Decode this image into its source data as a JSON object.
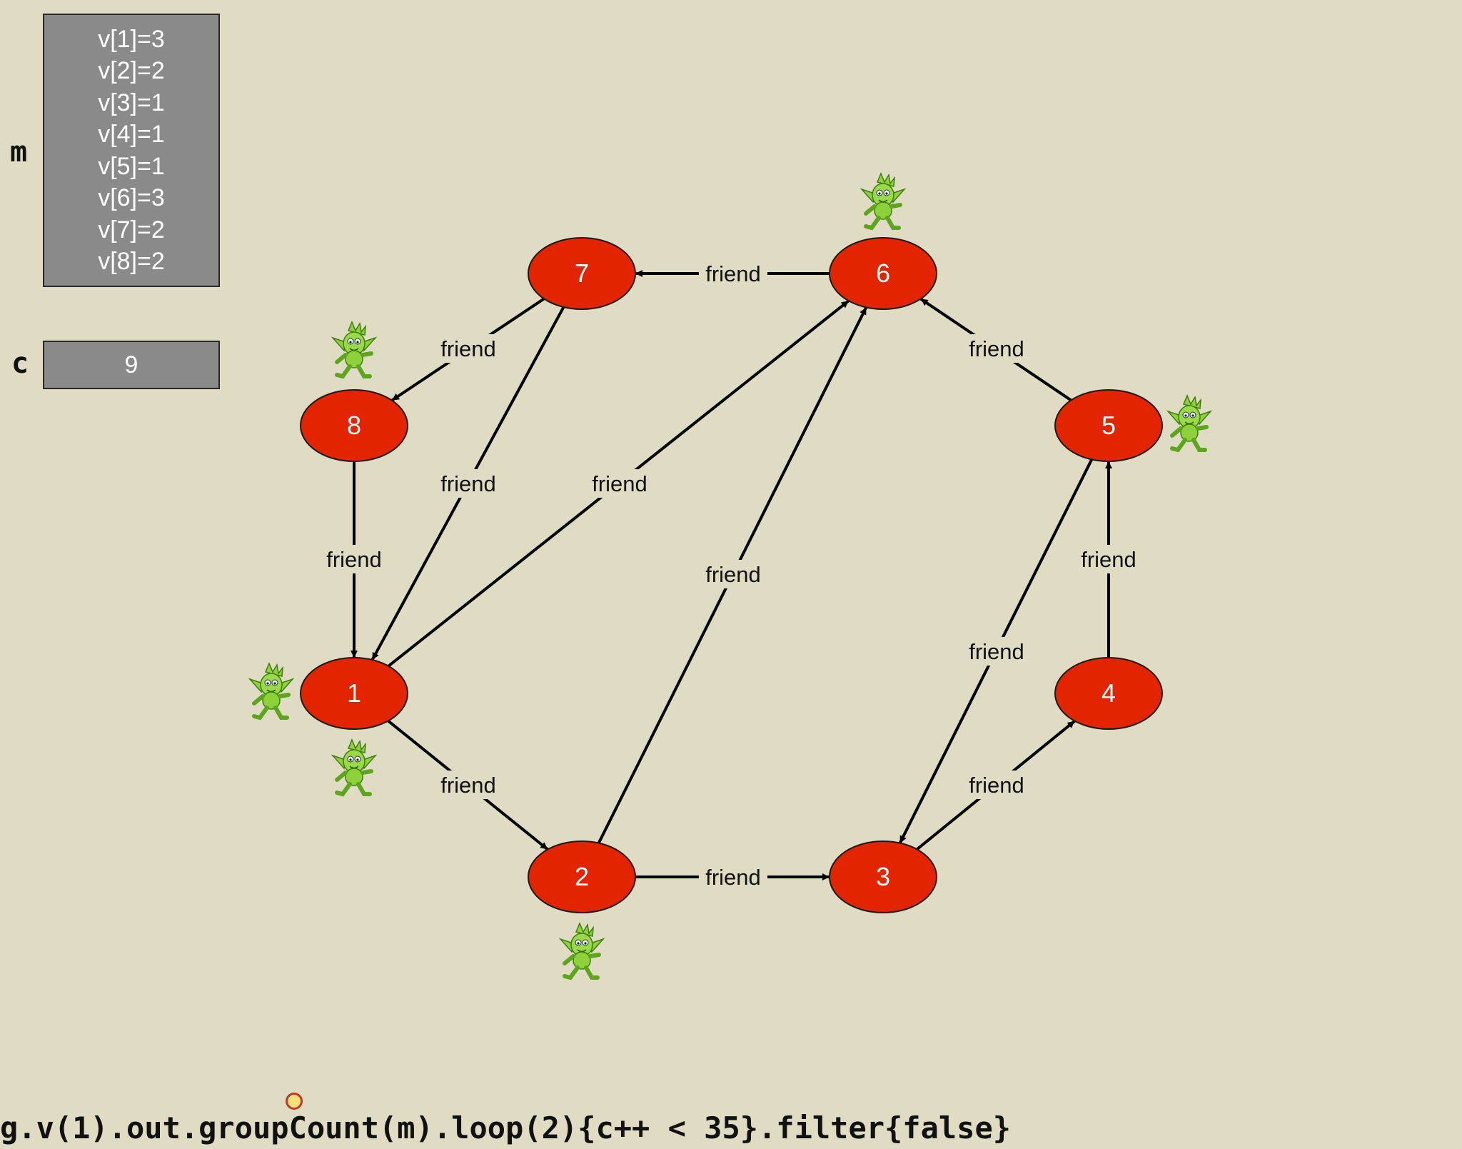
{
  "map_panel": {
    "label": "m",
    "rows": [
      "v[1]=3",
      "v[2]=2",
      "v[3]=1",
      "v[4]=1",
      "v[5]=1",
      "v[6]=3",
      "v[7]=2",
      "v[8]=2"
    ]
  },
  "counter_panel": {
    "label": "c",
    "value": "9"
  },
  "graph": {
    "node_color": "#e32400",
    "edge_color": "#000000",
    "edge_label": "friend",
    "nodes": [
      "1",
      "2",
      "3",
      "4",
      "5",
      "6",
      "7",
      "8"
    ],
    "edges": [
      {
        "from": "6",
        "to": "7",
        "label": "friend"
      },
      {
        "from": "7",
        "to": "8",
        "label": "friend"
      },
      {
        "from": "7",
        "to": "1",
        "label": "friend"
      },
      {
        "from": "1",
        "to": "6",
        "label": "friend"
      },
      {
        "from": "8",
        "to": "1",
        "label": "friend"
      },
      {
        "from": "5",
        "to": "6",
        "label": "friend"
      },
      {
        "from": "2",
        "to": "6",
        "label": "friend"
      },
      {
        "from": "1",
        "to": "2",
        "label": "friend"
      },
      {
        "from": "2",
        "to": "3",
        "label": "friend"
      },
      {
        "from": "5",
        "to": "3",
        "label": "friend"
      },
      {
        "from": "3",
        "to": "4",
        "label": "friend"
      },
      {
        "from": "4",
        "to": "5",
        "label": "friend"
      }
    ],
    "goblin_icon": "goblin-icon",
    "goblins_at": [
      "6",
      "8",
      "5",
      "1",
      "1",
      "2"
    ]
  },
  "query": "g.v(1).out.groupCount(m).loop(2){c++ < 35}.filter{false}"
}
